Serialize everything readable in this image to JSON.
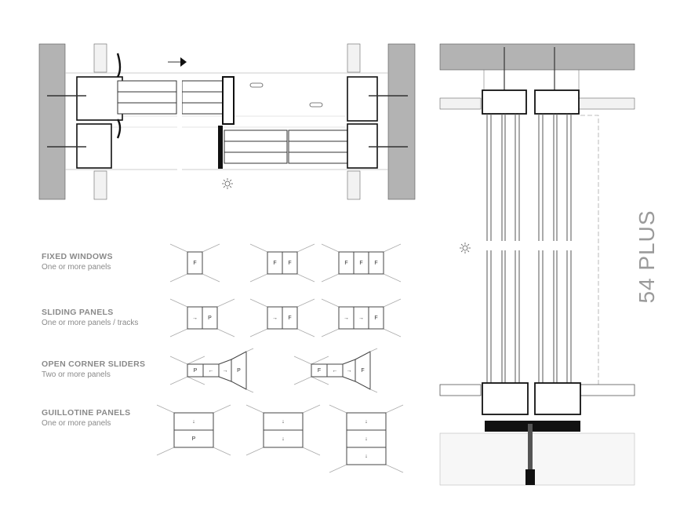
{
  "brand": {
    "name": "54 PLUS"
  },
  "categories": [
    {
      "title": "FIXED WINDOWS",
      "subtitle": "One or more panels",
      "configs": [
        [
          "F"
        ],
        [
          "F",
          "F"
        ],
        [
          "F",
          "F",
          "F"
        ]
      ]
    },
    {
      "title": "SLIDING PANELS",
      "subtitle": "One or more panels / tracks",
      "configs": [
        [
          "→",
          "P"
        ],
        [
          "→",
          "F"
        ],
        [
          "→",
          "→",
          "F"
        ]
      ]
    },
    {
      "title": "OPEN CORNER SLIDERS",
      "subtitle": "Two or more panels",
      "configs": [
        [
          "P",
          "←",
          "→",
          "P"
        ],
        [
          "F",
          "←",
          "→",
          "F"
        ]
      ]
    },
    {
      "title": "GUILLOTINE PANELS",
      "subtitle": "One or more panels",
      "configs": [
        [
          "↓",
          "P"
        ],
        [
          "↓",
          "↓"
        ],
        [
          "↓",
          "↓",
          "↓"
        ]
      ]
    }
  ],
  "symbols": {
    "direction_arrow": "arrow-right",
    "sun": "sun-icon"
  },
  "colors": {
    "wall": "#b3b3b3",
    "line": "#333333",
    "label": "#8a8a8a",
    "glass": "#d9d9d9"
  }
}
